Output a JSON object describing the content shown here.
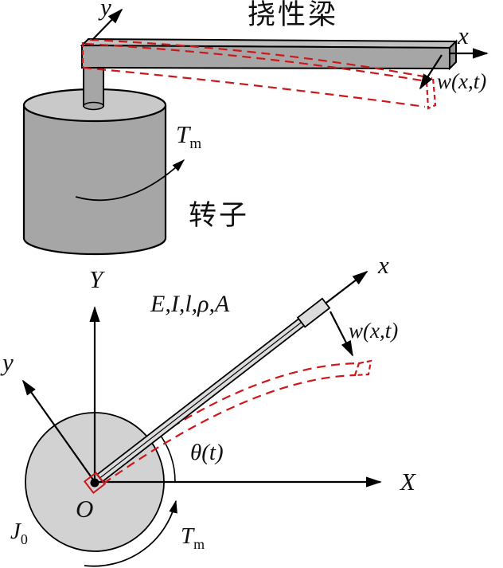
{
  "figure": {
    "top": {
      "title": "挠性梁",
      "rotor_label": "转子",
      "torque_label": {
        "base": "T",
        "sub": "m"
      },
      "axis_x_label": "x",
      "axis_y_label": "y",
      "deflection_label": "w(x,t)"
    },
    "bottom": {
      "beam_params_label": "E,I,l,ρ,A",
      "axis_X_label": "X",
      "axis_Y_label": "Y",
      "axis_x_label": "x",
      "axis_y_label": "y",
      "deflection_label": "w(x,t)",
      "angle_label": "θ(t)",
      "origin_label": "O",
      "inertia_label": {
        "base": "J",
        "sub": "0"
      },
      "torque_label": {
        "base": "T",
        "sub": "m"
      }
    },
    "colors": {
      "deflection_red": "#cd1719",
      "beam_side_gray": "#a6a6a6",
      "beam_top_gray": "#c2c2c2",
      "beam_end_gray": "#8f8f8f",
      "cylinder_top_gray": "#c9c9c9",
      "hub_gray": "#d2d2d2",
      "outline": "#000000"
    }
  }
}
